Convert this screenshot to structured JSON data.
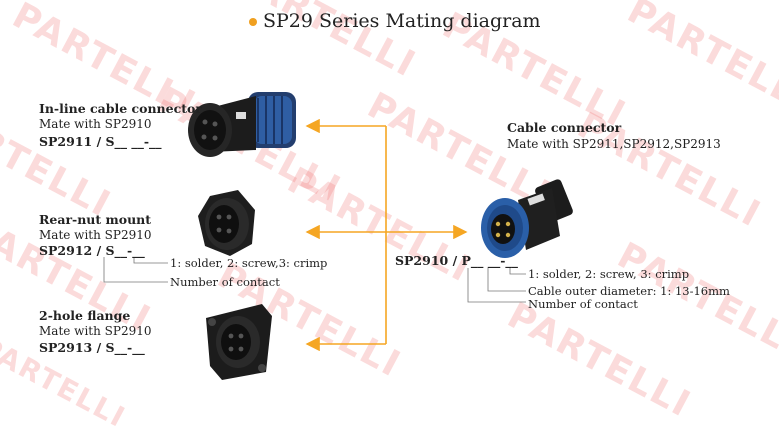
{
  "title": "SP29 Series Mating diagram",
  "watermark": "PARTELLI",
  "left": [
    {
      "name": "In-line cable connector",
      "mate": "Mate with  SP2910",
      "code": "SP2911 / S__ __-__"
    },
    {
      "name": "Rear-nut mount",
      "mate": "Mate with  SP2910",
      "code": "SP2912 / S__-__",
      "callouts": [
        "1: solder, 2: screw,3: crimp",
        "Number of contact"
      ]
    },
    {
      "name": "2-hole flange",
      "mate": "Mate with  SP2910",
      "code": "SP2913 / S__-__"
    }
  ],
  "right": {
    "name": "Cable connector",
    "mate": "Mate with  SP2911,SP2912,SP2913",
    "code": "SP2910 / P__ __-__",
    "callouts": [
      "1: solder, 2: screw, 3: crimp",
      "Cable outer  diameter: 1: 13-16mm",
      "Number of contact"
    ]
  },
  "colors": {
    "arrow": "#f5a623",
    "watermark": "#eb5a5a",
    "connector_body": "#1a1a1a",
    "connector_nut": "#2a5fa8"
  },
  "icons": [
    "inline-cable-connector-icon",
    "rear-nut-mount-icon",
    "two-hole-flange-icon",
    "cable-connector-plug-icon"
  ]
}
